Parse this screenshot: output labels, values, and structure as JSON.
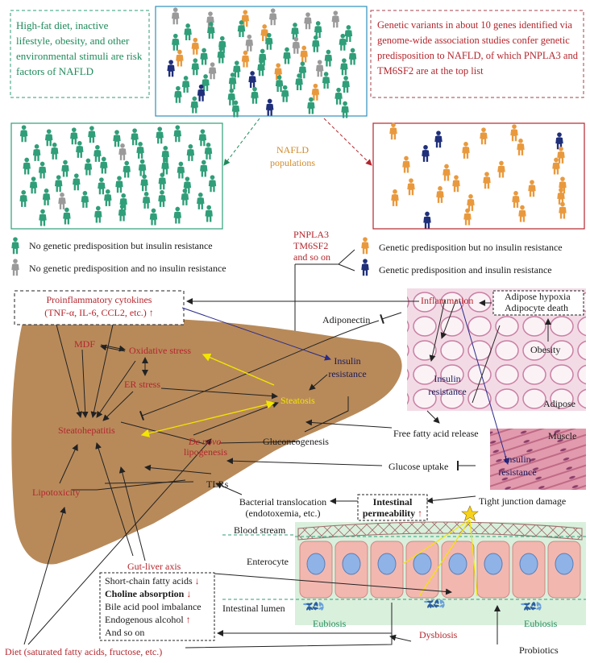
{
  "top": {
    "left_box": "High-fat diet, inactive lifestyle, obesity, and other environmental stimuli are risk factors of NAFLD",
    "right_box": "Genetic variants in about 10 genes identified via genome-wide association studies confer genetic predisposition to NAFLD, of which PNPLA3 and TM6SF2 are at the top list",
    "populations_label": "NAFLD populations"
  },
  "legend": {
    "green": "No genetic predisposition but insulin resistance",
    "gray": "No genetic predisposition and no insulin resistance",
    "orange": "Genetic predisposition but no insulin resistance",
    "navy": "Genetic predisposition and insulin resistance",
    "genes": [
      "PNPLA3",
      "TM6SF2",
      "and so on"
    ]
  },
  "colors": {
    "green_person": "#2f9e79",
    "gray_person": "#9a9a9a",
    "orange_person": "#e9993d",
    "navy_person": "#1f2f7a",
    "liver": "#b88a5a",
    "red_text": "#b3262d",
    "yellow_arrow": "#f3e600"
  },
  "mechanism": {
    "cytokines_title": "Proinflammatory cytokines",
    "cytokines_list": "(TNF-α, IL-6, CCL2, etc.)",
    "arrow_up": "↑",
    "arrow_down": "↓",
    "mdf": "MDF",
    "oxidative_stress": "Oxidative stress",
    "er_stress": "ER stress",
    "steatohepatitis": "Steatohepatitis",
    "steatosis": "Steatosis",
    "de_novo": "De novo",
    "lipogenesis": "lipogenesis",
    "gluconeogenesis": "Gluconeogenesis",
    "lipotoxicity": "Lipotoxicity",
    "tlrs": "TLRs",
    "insulin_resistance_liver": "Insulin resistance",
    "adiponectin": "Adiponectin",
    "inflammation": "Inflammation",
    "adipose_hypoxia": "Adipose hypoxia",
    "adipocyte_death": "Adipocyte death",
    "obesity": "Obesity",
    "insulin_resistance_adipose": "Insulin resistance",
    "adipose": "Adipose",
    "ffa_release": "Free fatty acid release",
    "muscle": "Muscle",
    "insulin_resistance_muscle": "Insulin resistance",
    "glucose_uptake": "Glucose uptake",
    "bacterial_translocation": "Bacterial translocation",
    "endotoxemia": "(endotoxemia, etc.)",
    "intestinal_permeability_1": "Intestinal",
    "intestinal_permeability_2": "permeability",
    "tight_junction": "Tight junction damage",
    "blood_stream": "Blood stream",
    "enterocyte": "Enterocyte",
    "intestinal_lumen": "Intestinal lumen",
    "eubiosis_left": "Eubiosis",
    "eubiosis_right": "Eubiosis",
    "gut_liver_axis": "Gut-liver axis",
    "scfa": "Short-chain fatty acids",
    "choline": "Choline absorption",
    "bile_acid": "Bile acid pool imbalance",
    "endogenous_alcohol": "Endogenous alcohol",
    "and_so_on": "And so on",
    "dysbiosis": "Dysbiosis",
    "probiotics": "Probiotics",
    "diet": "Diet (saturated fatty acids, fructose, etc.)"
  },
  "people": {
    "top_panel": [
      [
        2,
        2,
        1,
        2,
        2,
        2
      ],
      [
        0,
        0,
        0,
        1,
        0,
        0,
        0
      ],
      [
        0,
        1,
        0,
        2,
        0,
        2,
        0,
        0
      ],
      [
        1,
        0,
        0,
        1,
        0,
        0,
        1,
        0,
        0
      ],
      [
        3,
        0,
        2,
        0,
        0,
        1,
        0,
        2,
        0
      ],
      [
        0,
        0,
        0,
        3,
        0,
        0,
        0,
        0
      ],
      [
        0,
        3,
        0,
        0,
        0,
        1,
        0
      ],
      [
        0,
        0,
        3,
        0,
        0
      ]
    ],
    "left_panel": [
      [
        0,
        0,
        0,
        0,
        0,
        0,
        0,
        0,
        0
      ],
      [
        0,
        0,
        0,
        0,
        2,
        0,
        0,
        0,
        0
      ],
      [
        0,
        0,
        0,
        0,
        0,
        0,
        0,
        0,
        0,
        0
      ],
      [
        0,
        0,
        0,
        0,
        0,
        0,
        0,
        0,
        0
      ],
      [
        0,
        0,
        2,
        0,
        0,
        0,
        0,
        0,
        0,
        0
      ],
      [
        0,
        0,
        0,
        0,
        0,
        0,
        0
      ]
    ],
    "right_panel": [
      [
        1,
        3,
        1,
        1,
        3
      ],
      [
        3,
        1,
        1,
        1
      ],
      [
        1,
        1,
        1,
        1
      ],
      [
        1,
        1,
        1,
        1,
        1
      ],
      [
        1,
        1,
        1,
        1,
        1
      ],
      [
        3,
        1,
        1,
        1
      ]
    ]
  }
}
